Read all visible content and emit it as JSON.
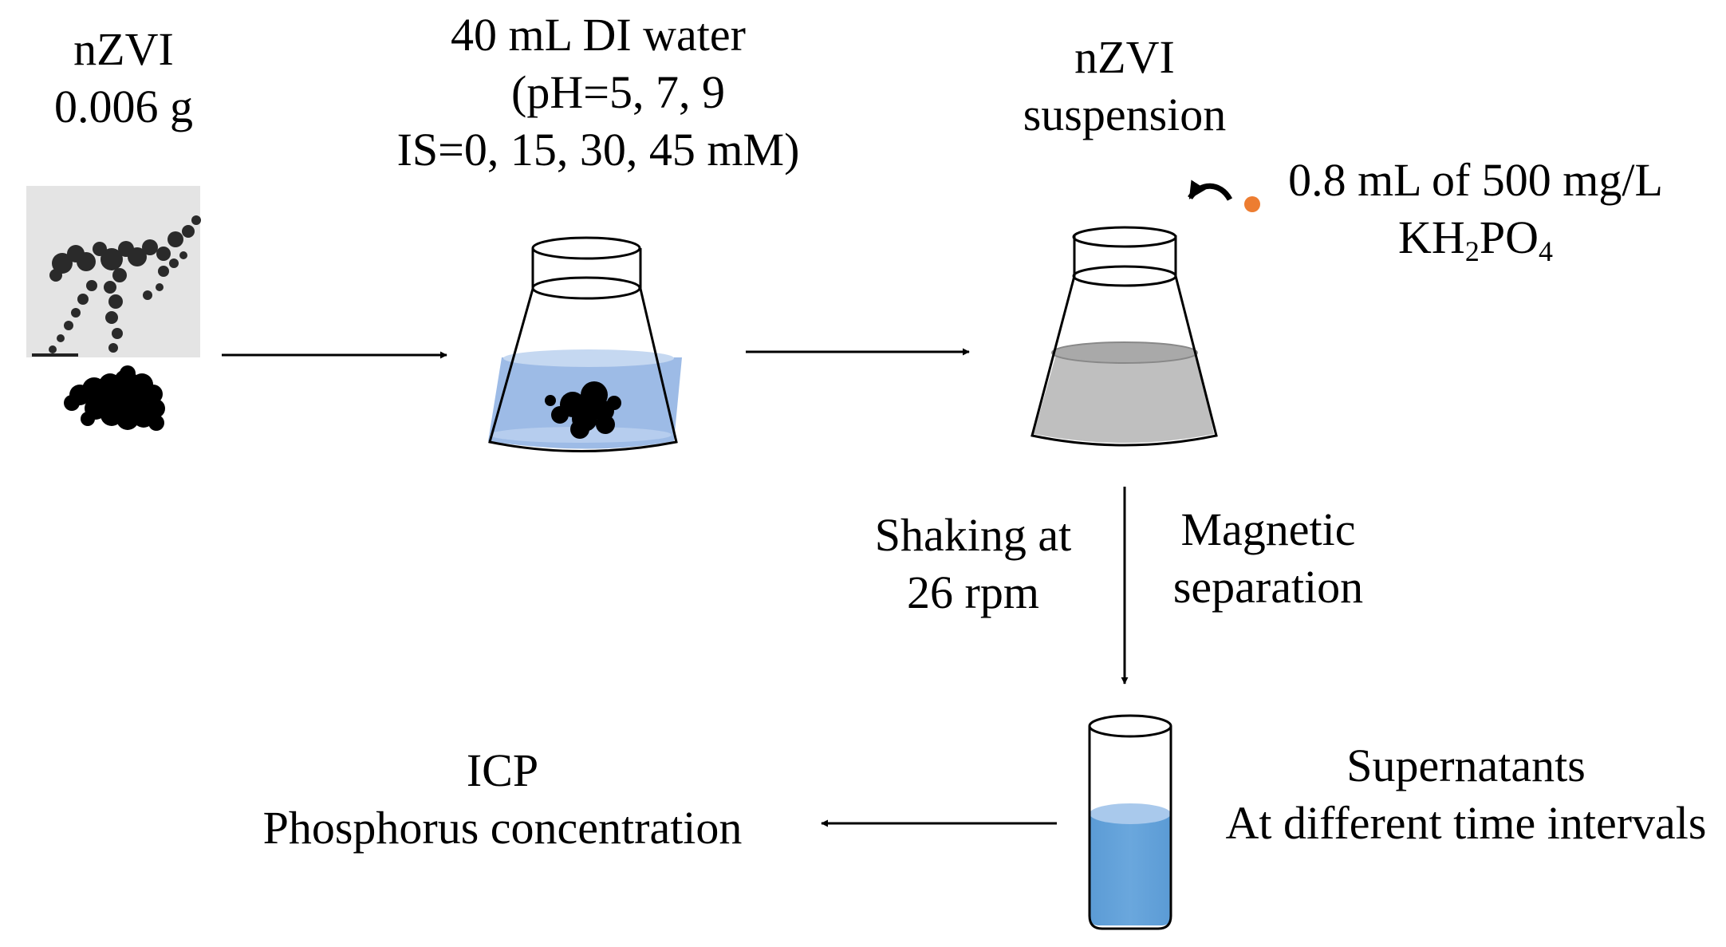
{
  "nzvi_label": {
    "line1": "nZVI",
    "line2": "0.006 g"
  },
  "di_water_label": {
    "line1": "40 mL DI water",
    "line2": "(pH=5, 7, 9",
    "line3": "IS=0, 15, 30, 45 mM)"
  },
  "suspension_label": {
    "line1": "nZVI",
    "line2": "suspension"
  },
  "phosphate_label": {
    "line1": "0.8 mL of 500 mg/L",
    "formula_parts": [
      "KH",
      "2",
      "PO",
      "4"
    ]
  },
  "shaking_label": {
    "line1": "Shaking at",
    "line2": "26 rpm"
  },
  "magnetic_label": {
    "line1": "Magnetic",
    "line2": "separation"
  },
  "supernatant_label": {
    "line1": "Supernatants",
    "line2": "At different time intervals"
  },
  "icp_label": {
    "line1": "ICP",
    "line2": "Phosphorus concentration"
  },
  "colors": {
    "water_blue": "#9dbbe6",
    "suspension_gray": "#bfbfbf",
    "supernatant_blue": "#5b9bd5",
    "phosphate_dot": "#ed7d31"
  }
}
